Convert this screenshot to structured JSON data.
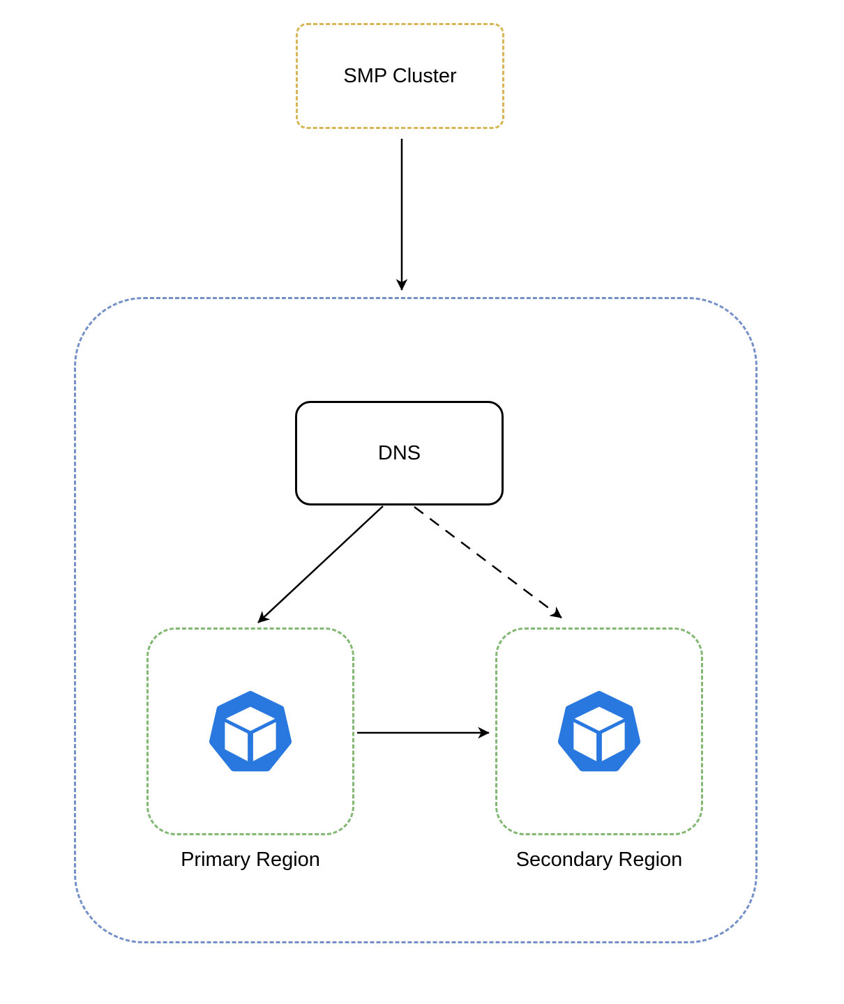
{
  "diagram": {
    "nodes": {
      "smp_cluster": {
        "label": "SMP Cluster"
      },
      "dns": {
        "label": "DNS"
      },
      "primary_region": {
        "label": "Primary Region"
      },
      "secondary_region": {
        "label": "Secondary Region"
      }
    },
    "icons": {
      "primary_region": "cube-heptagon-icon",
      "secondary_region": "cube-heptagon-icon"
    },
    "edges": [
      {
        "from": "smp_cluster",
        "to": "dns_zone_container",
        "style": "solid",
        "direction": "down"
      },
      {
        "from": "dns",
        "to": "primary_region",
        "style": "solid",
        "direction": "down-left"
      },
      {
        "from": "dns",
        "to": "secondary_region",
        "style": "dashed",
        "direction": "down-right"
      },
      {
        "from": "primary_region",
        "to": "secondary_region",
        "style": "solid",
        "direction": "right"
      }
    ],
    "colors": {
      "smp_border": "#d6b656",
      "container_border": "#7590c9",
      "region_border": "#82b873",
      "node_border": "#000000",
      "arrow": "#000000",
      "icon_blue": "#2878e0",
      "text": "#000000",
      "background": "#ffffff"
    }
  }
}
